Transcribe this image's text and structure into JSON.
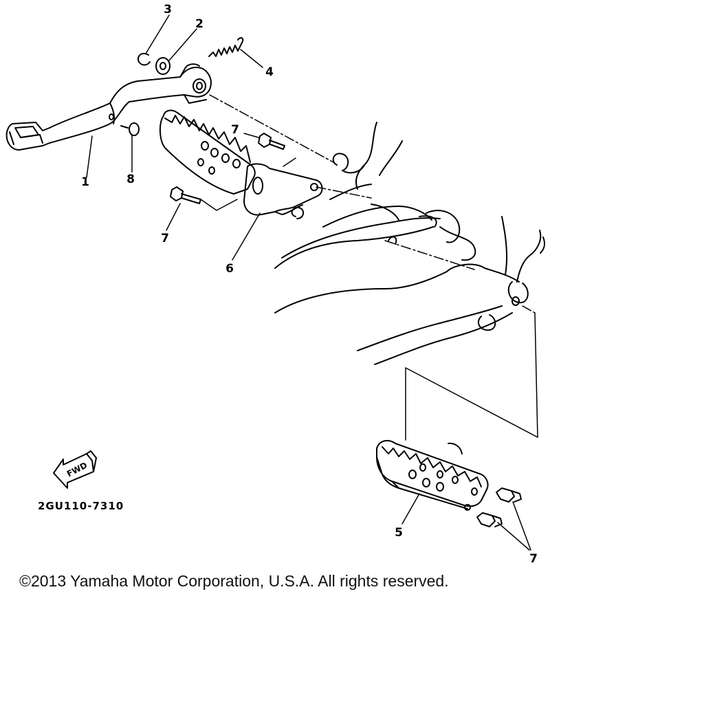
{
  "diagram": {
    "callouts": {
      "part1": "1",
      "part2": "2",
      "part3": "3",
      "part4": "4",
      "part5": "5",
      "part6": "6",
      "part7a": "7",
      "part7b": "7",
      "part7c": "7",
      "part8": "8"
    },
    "fwd_label": "FWD",
    "drawing_code": "2GU110-7310"
  },
  "footer": {
    "copyright": "©2013 Yamaha Motor Corporation, U.S.A. All rights reserved."
  }
}
